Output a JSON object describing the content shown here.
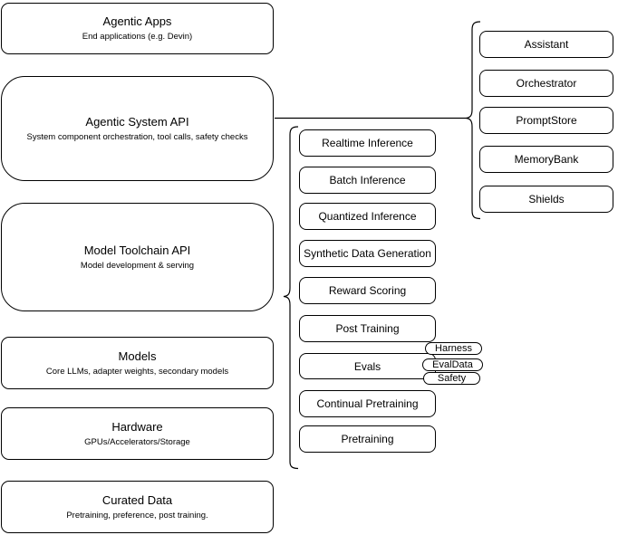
{
  "diagram": {
    "left_stack": [
      {
        "title": "Agentic Apps",
        "subtitle": "End applications (e.g. Devin)"
      },
      {
        "title": "Agentic System API",
        "subtitle": "System component orchestration, tool calls, safety checks"
      },
      {
        "title": "Model Toolchain API",
        "subtitle": "Model development & serving"
      },
      {
        "title": "Models",
        "subtitle": "Core LLMs, adapter weights, secondary models"
      },
      {
        "title": "Hardware",
        "subtitle": "GPUs/Accelerators/Storage"
      },
      {
        "title": "Curated Data",
        "subtitle": "Pretraining, preference, post training."
      }
    ],
    "toolchain_nodes": [
      "Realtime Inference",
      "Batch Inference",
      "Quantized Inference",
      "Synthetic Data Generation",
      "Reward Scoring",
      "Post Training",
      "Evals",
      "Continual Pretraining",
      "Pretraining"
    ],
    "eval_tags": [
      "Harness",
      "EvalData",
      "Safety"
    ],
    "system_nodes": [
      "Assistant",
      "Orchestrator",
      "PromptStore",
      "MemoryBank",
      "Shields"
    ],
    "colors": {
      "stroke": "#000000",
      "fill": "#ffffff",
      "text": "#000000"
    }
  }
}
